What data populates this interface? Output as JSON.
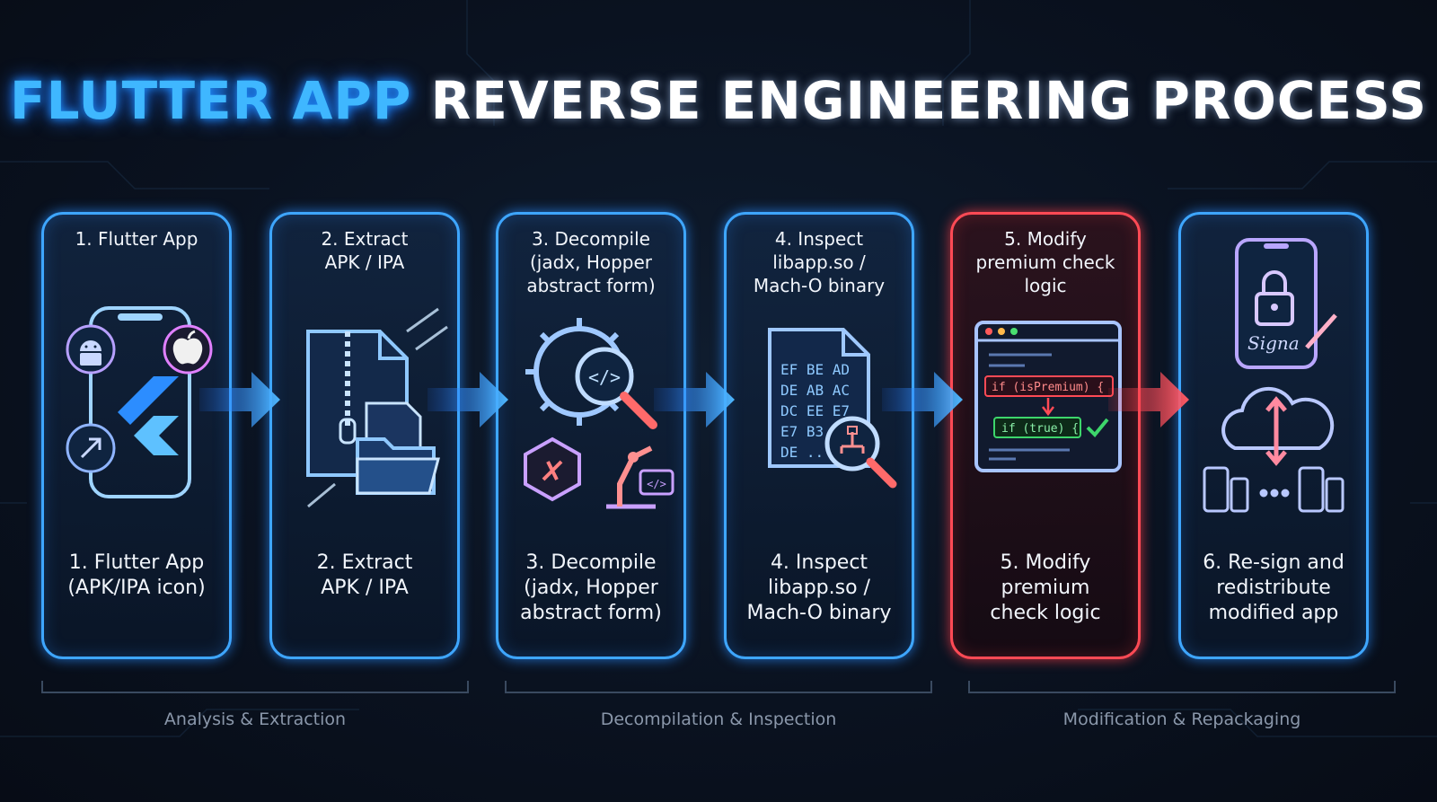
{
  "title": {
    "part1": "FLUTTER APP",
    "part2": "REVERSE ENGINEERING PROCESS"
  },
  "steps": [
    {
      "top": "1. Flutter App",
      "bottom": "1. Flutter App\n(APK/IPA icon)"
    },
    {
      "top": "2. Extract\nAPK / IPA",
      "bottom": "2. Extract\nAPK / IPA"
    },
    {
      "top": "3. Decompile\n(jadx, Hopper\nabstract form)",
      "bottom": "3. Decompile\n(jadx, Hopper\nabstract form)"
    },
    {
      "top": "4. Inspect\nlibapp.so /\nMach-O binary",
      "bottom": "4. Inspect\nlibapp.so /\nMach-O binary"
    },
    {
      "top": "5. Modify\npremium check\nlogic",
      "bottom": "5. Modify\npremium\ncheck logic"
    },
    {
      "top": "",
      "bottom": "6. Re-sign and\nredistribute\nmodified app"
    }
  ],
  "hex": {
    "row1": "EF BE AD",
    "row2": "DE AB AC",
    "row3": "DC EE E7",
    "row4": "E7 B3",
    "row5": "DE .."
  },
  "code": {
    "before": "if (isPremium) {",
    "after": "if (true) {",
    "sign": "Signa"
  },
  "phases": [
    "Analysis & Extraction",
    "Decompilation & Inspection",
    "Modification & Repackaging"
  ],
  "colors": {
    "blue": "#3ea6ff",
    "red": "#ff4a55",
    "green": "#3dd66b"
  },
  "icons": [
    "android-icon",
    "apple-icon",
    "flutter-icon",
    "zip-file-icon",
    "folder-icon",
    "gear-code-icon",
    "magnifier-icon",
    "robot-arm-icon",
    "hex-file-icon",
    "code-window-icon",
    "lock-phone-icon",
    "cloud-sync-icon",
    "devices-icon"
  ]
}
